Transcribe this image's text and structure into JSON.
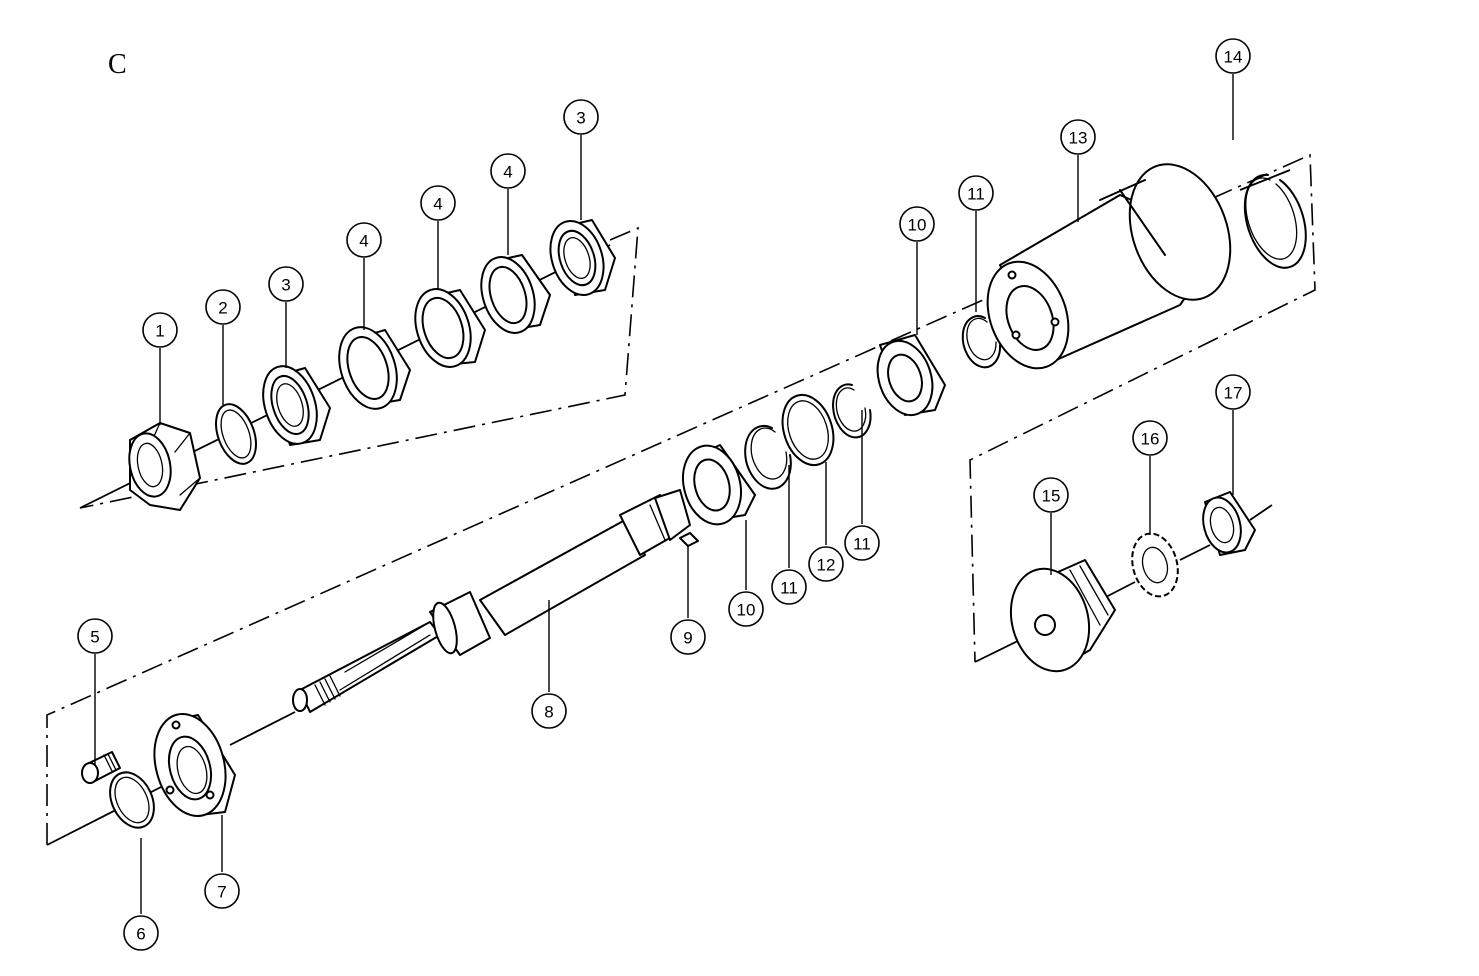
{
  "section_letter": "C",
  "callouts": [
    {
      "id": "c1",
      "label": "1"
    },
    {
      "id": "c2",
      "label": "2"
    },
    {
      "id": "c3a",
      "label": "3"
    },
    {
      "id": "c4a",
      "label": "4"
    },
    {
      "id": "c4b",
      "label": "4"
    },
    {
      "id": "c4c",
      "label": "4"
    },
    {
      "id": "c3b",
      "label": "3"
    },
    {
      "id": "c5",
      "label": "5"
    },
    {
      "id": "c6",
      "label": "6"
    },
    {
      "id": "c7",
      "label": "7"
    },
    {
      "id": "c8",
      "label": "8"
    },
    {
      "id": "c9",
      "label": "9"
    },
    {
      "id": "c10a",
      "label": "10"
    },
    {
      "id": "c11a",
      "label": "11"
    },
    {
      "id": "c12",
      "label": "12"
    },
    {
      "id": "c11b",
      "label": "11"
    },
    {
      "id": "c10b",
      "label": "10"
    },
    {
      "id": "c11c",
      "label": "11"
    },
    {
      "id": "c13",
      "label": "13"
    },
    {
      "id": "c14",
      "label": "14"
    },
    {
      "id": "c15",
      "label": "15"
    },
    {
      "id": "c16",
      "label": "16"
    },
    {
      "id": "c17",
      "label": "17"
    }
  ]
}
